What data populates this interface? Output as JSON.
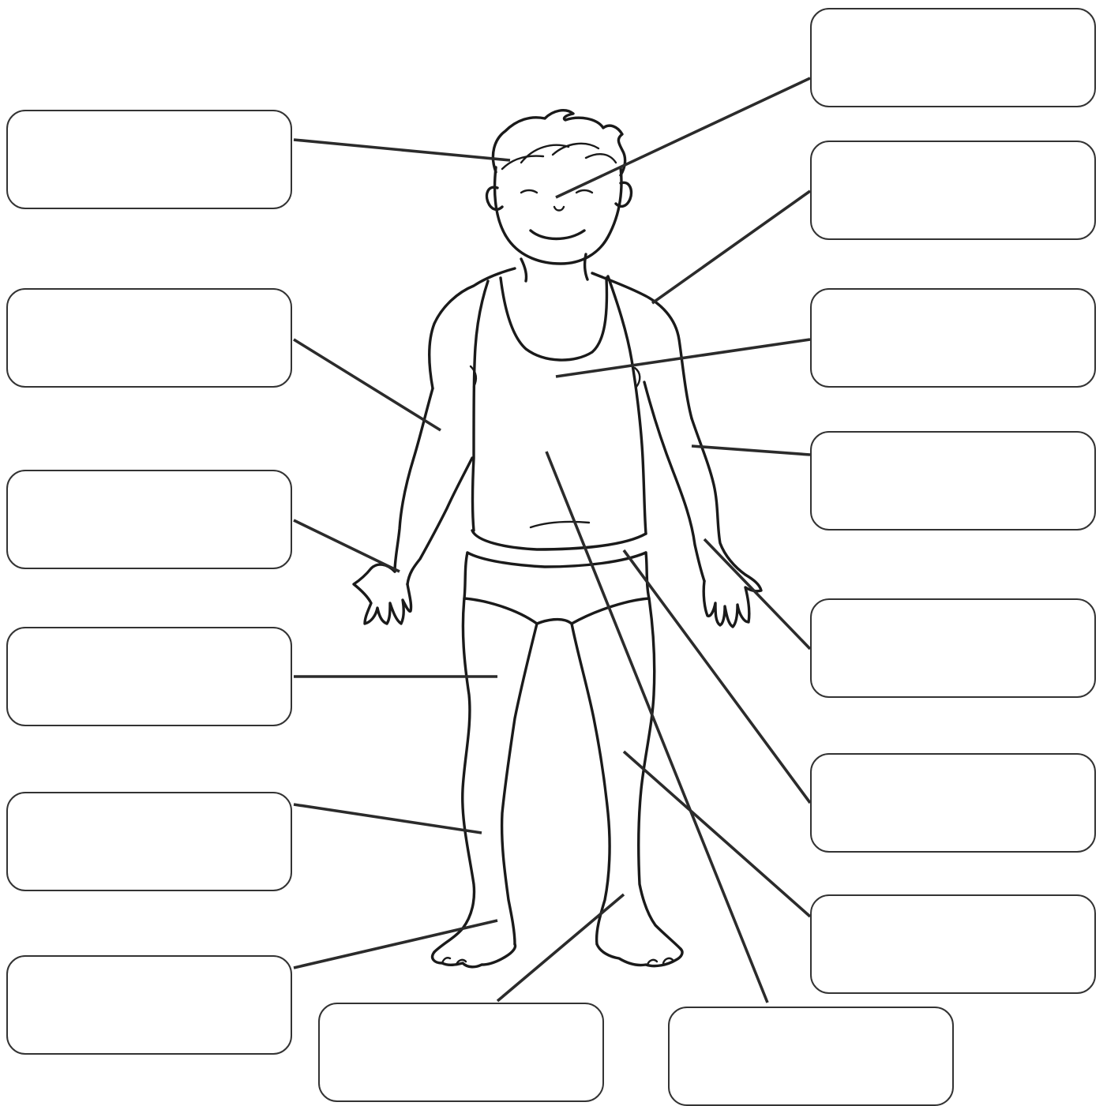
{
  "worksheet": {
    "labels": [
      {
        "id": "hair",
        "text": ""
      },
      {
        "id": "arm-left",
        "text": ""
      },
      {
        "id": "hand-left",
        "text": ""
      },
      {
        "id": "thigh",
        "text": ""
      },
      {
        "id": "leg-left",
        "text": ""
      },
      {
        "id": "foot-left",
        "text": ""
      },
      {
        "id": "bottom-center",
        "text": ""
      },
      {
        "id": "bottom-right",
        "text": ""
      },
      {
        "id": "face",
        "text": ""
      },
      {
        "id": "shoulder",
        "text": ""
      },
      {
        "id": "chest",
        "text": ""
      },
      {
        "id": "elbow",
        "text": ""
      },
      {
        "id": "hand-right",
        "text": ""
      },
      {
        "id": "hip",
        "text": ""
      },
      {
        "id": "knee",
        "text": ""
      }
    ]
  }
}
